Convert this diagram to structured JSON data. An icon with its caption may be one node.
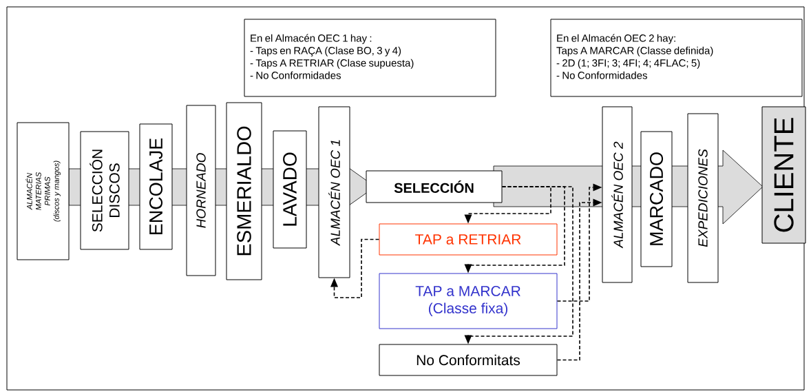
{
  "diagram": {
    "nodes": [
      {
        "text": [
          "En el Almacén OEC 1 hay :",
          "- Taps en RAÇA (Clase BO, 3 y 4)",
          "- Taps A RETRIAR (Clase supuesta)",
          "- No Conformidades"
        ]
      },
      {
        "text": [
          "En el Almacén OEC 2 hay:",
          "Taps A MARCAR (Classe definida)",
          "- 2D (1; 3FI; 3; 4FI; 4; 4FLAC; 5)",
          "- No Conformidades"
        ]
      },
      {
        "text": [
          "ALMACÉN MATERIAS PRIMAS",
          "(discos y mangos)"
        ]
      },
      {
        "text": [
          "SELECCIÓN DISCOS"
        ]
      },
      {
        "text": [
          "ENCOLAJE"
        ]
      },
      {
        "text": [
          "HORNEADO"
        ]
      },
      {
        "text": [
          "ESMERIALDO"
        ]
      },
      {
        "text": [
          "LAVADO"
        ]
      },
      {
        "text": [
          "ALMACÉN OEC 1"
        ]
      },
      {
        "text": [
          "SELECCIÓN"
        ]
      },
      {
        "text": [
          "TAP a RETRIAR"
        ]
      },
      {
        "text": [
          "TAP a MARCAR (Classe fixa)"
        ]
      },
      {
        "text": [
          "No Conformitats"
        ]
      },
      {
        "text": [
          "ALMACÉN OEC 2"
        ]
      },
      {
        "text": [
          "MARCADO"
        ]
      },
      {
        "text": [
          "EXPEDICIONES"
        ]
      },
      {
        "text": [
          "CLIENTE"
        ]
      }
    ],
    "edges": [
      {
        "from": 9,
        "to": 10,
        "arrow": "to",
        "style": "dashed"
      },
      {
        "from": 9,
        "to": 11,
        "arrow": "to",
        "style": "dashed"
      },
      {
        "from": 9,
        "to": 12,
        "arrow": "to",
        "style": "dashed"
      },
      {
        "from": 10,
        "to": 8,
        "arrow": "to",
        "style": "dashed"
      },
      {
        "from": 11,
        "to": 13,
        "arrow": "to",
        "style": "dashed"
      },
      {
        "from": 12,
        "to": 13,
        "arrow": "to",
        "style": "dashed"
      }
    ]
  }
}
